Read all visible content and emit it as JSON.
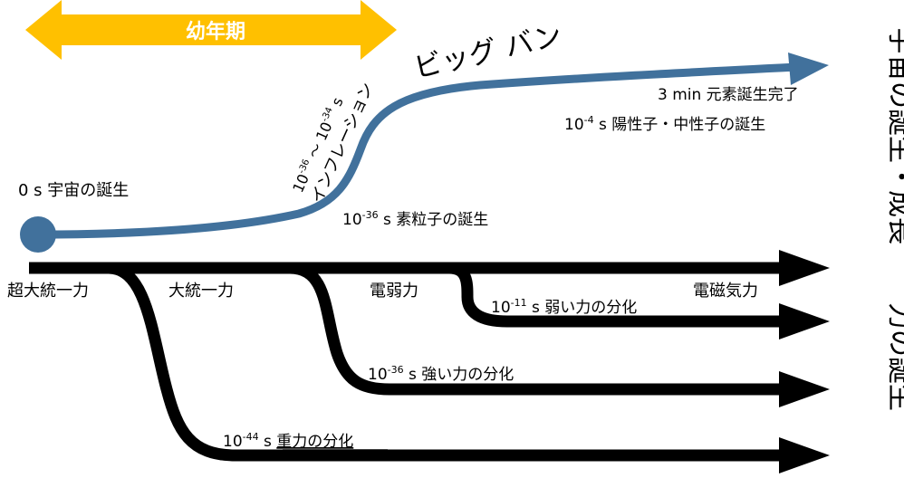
{
  "header": {
    "era": "幼年期"
  },
  "universe": {
    "big_bang": "ビッグ バン",
    "origin": {
      "time": "0 s",
      "text": "宇宙の誕生"
    },
    "inflation": {
      "range_base1": "10",
      "range_exp1": "-36",
      "range_sep": " ～ ",
      "range_base2": "10",
      "range_exp2": "-34",
      "range_unit": " s",
      "text": "インフレーション"
    },
    "events": [
      {
        "base": "10",
        "exp": "-36",
        "text": " s 素粒子の誕生"
      },
      {
        "base": "10",
        "exp": "-4",
        "text": " s 陽性子・中性子の誕生"
      },
      {
        "base": "",
        "exp": "",
        "text": "3 min 元素誕生完了"
      }
    ]
  },
  "forces": {
    "labels": [
      "超大統一力",
      "大統一力",
      "電弱力",
      "電磁気力"
    ],
    "splits": [
      {
        "base": "10",
        "exp": "-11",
        "text": " s 弱い力の分化"
      },
      {
        "base": "10",
        "exp": "-36",
        "text": " s 強い力の分化"
      },
      {
        "base": "10",
        "exp": "-44",
        "text": " s ",
        "underlined": "重力の分化"
      }
    ]
  },
  "side_labels": {
    "universe": "宇宙の誕生・成長",
    "forces": "力の誕生"
  },
  "colors": {
    "arrow_blue": "#41719c",
    "era_bar": "#ffc000",
    "force_line": "#000000"
  }
}
